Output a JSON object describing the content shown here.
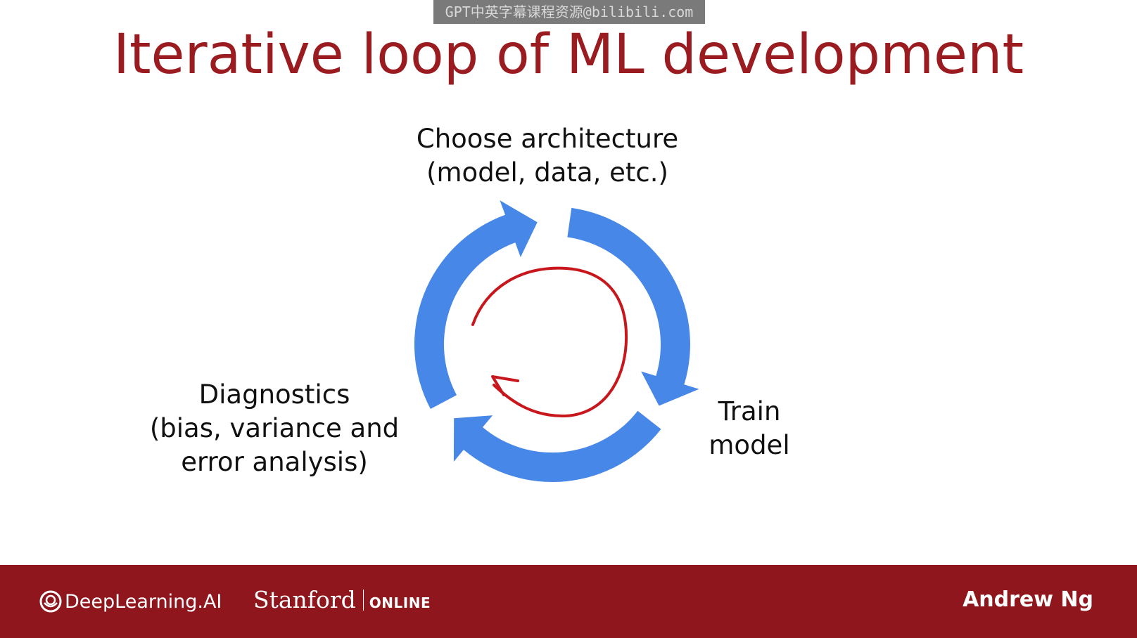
{
  "watermark": "GPT中英字幕课程资源@bilibili.com",
  "title": "Iterative loop of ML development",
  "steps": {
    "choose": [
      "Choose architecture",
      "(model, data, etc.)"
    ],
    "train": [
      "Train",
      "model"
    ],
    "diagnose": [
      "Diagnostics",
      "(bias, variance and",
      "error analysis)"
    ]
  },
  "footer": {
    "org_logo": "DeepLearning.AI",
    "partner": "Stanford",
    "partner_suffix": "ONLINE",
    "author": "Andrew Ng"
  },
  "colors": {
    "title": "#9b1c20",
    "cycle_arrows": "#4787e8",
    "loop_stroke": "#c8161d",
    "footer_bg": "#8f161c"
  },
  "icons": [
    "cycle-arrow",
    "loop-arrow",
    "deeplearning-logo-icon"
  ]
}
